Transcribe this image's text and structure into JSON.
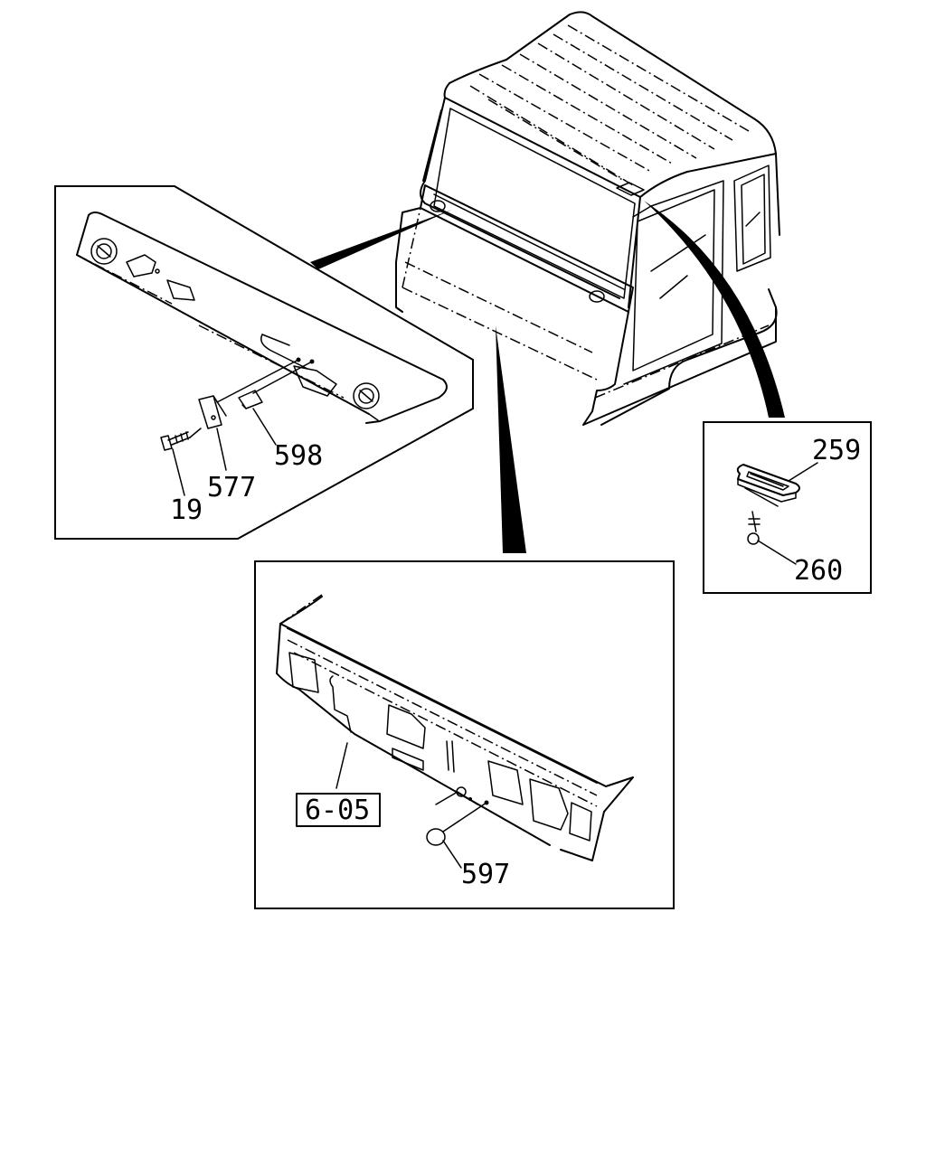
{
  "callouts": {
    "p19": "19",
    "p577": "577",
    "p598": "598",
    "p259": "259",
    "p260": "260",
    "p597": "597",
    "ref_605": "6-05"
  },
  "colors": {
    "ink": "#000000",
    "paper": "#ffffff"
  }
}
